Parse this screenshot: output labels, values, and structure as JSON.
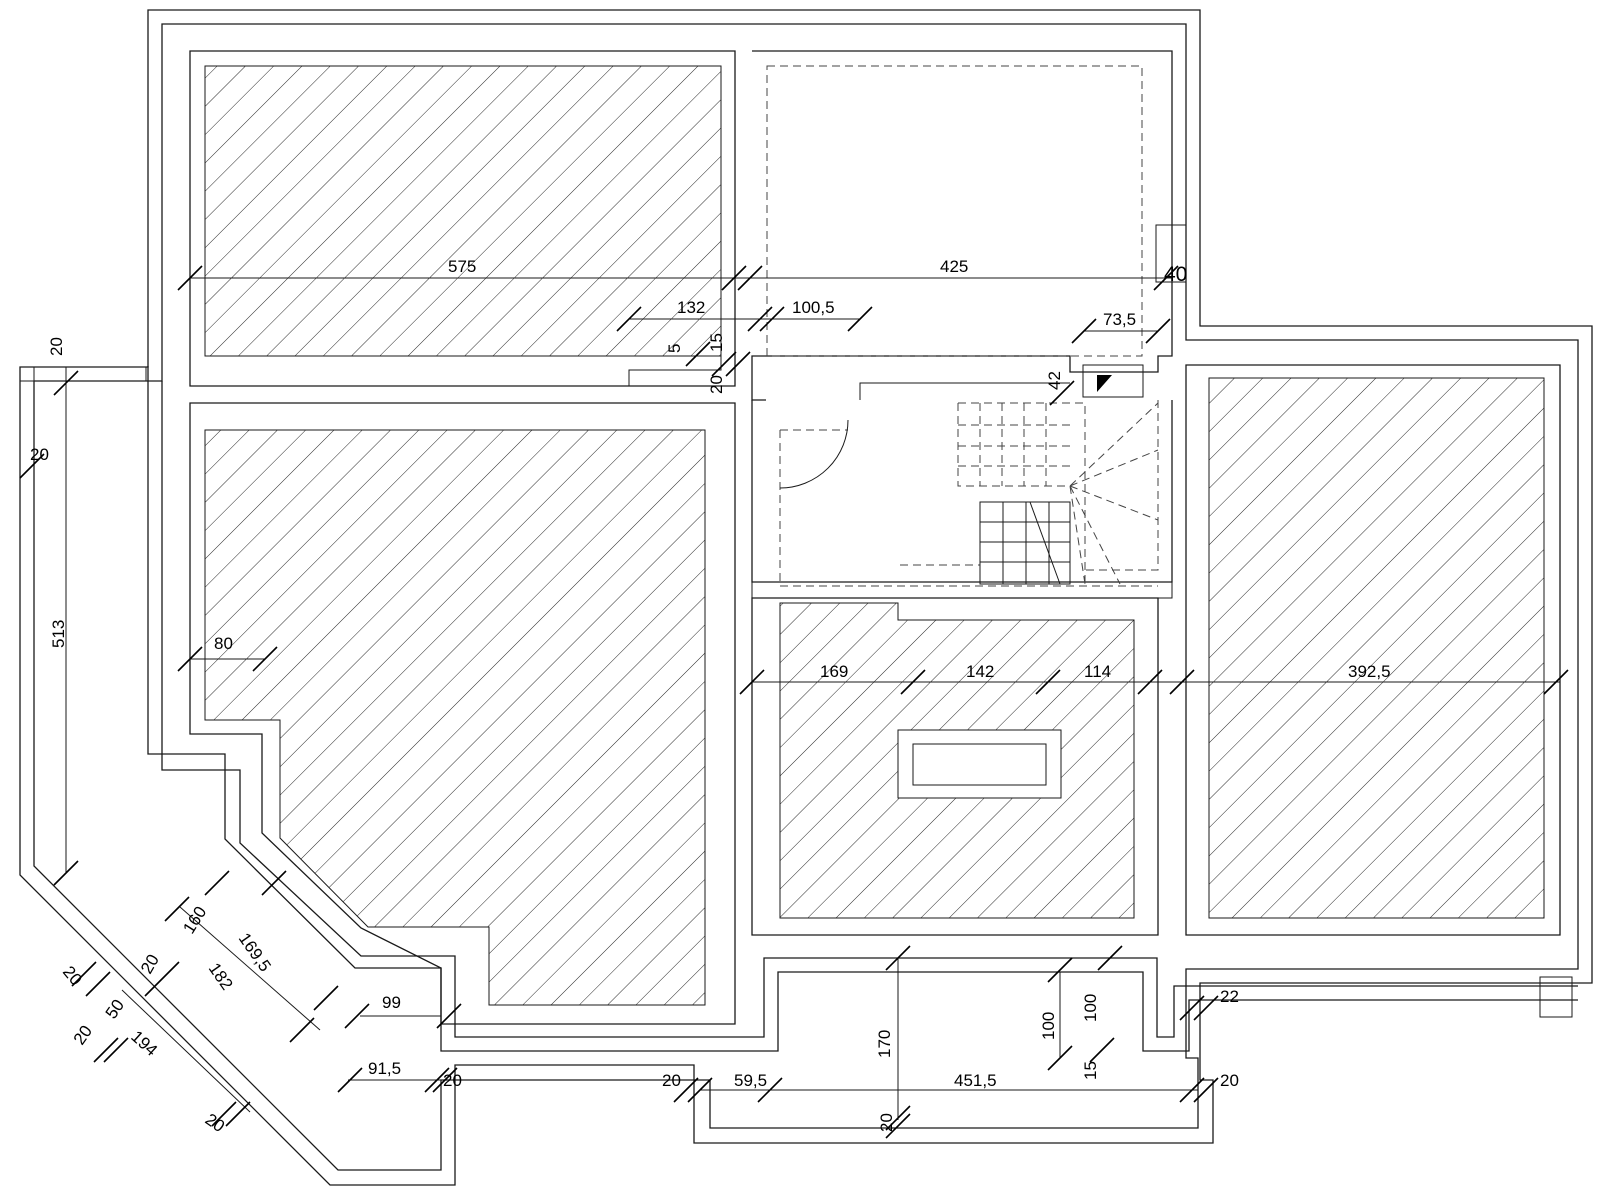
{
  "plan": {
    "labels": {
      "top_575": "575",
      "top_425": "425",
      "dim_40": "40",
      "dim_132": "132",
      "dim_100_5": "100,5",
      "dim_73_5": "73,5",
      "dim_5": "5",
      "dim_15_top": "15",
      "dim_20_top": "20",
      "dim_42": "42",
      "left_20_a": "20",
      "left_20_b": "20",
      "left_513": "513",
      "dim_80": "80",
      "dim_169": "169",
      "dim_142": "142",
      "dim_114": "114",
      "dim_392_5": "392,5",
      "dim_160": "160",
      "dim_169_5": "169,5",
      "dim_182": "182",
      "dim_20_diag": "20",
      "dim_50": "50",
      "dim_20_d1": "20",
      "dim_20_d2": "20",
      "dim_194": "194",
      "dim_20_d3": "20",
      "dim_99": "99",
      "dim_91_5": "91,5",
      "dim_20_b1": "20",
      "dim_20_b2": "20",
      "dim_59_5": "59,5",
      "dim_170": "170",
      "dim_451_5": "451,5",
      "dim_100_a": "100",
      "dim_100_b": "100",
      "dim_15_b": "15",
      "dim_20_b3": "20",
      "dim_22": "22",
      "dim_20_b4": "20"
    }
  }
}
